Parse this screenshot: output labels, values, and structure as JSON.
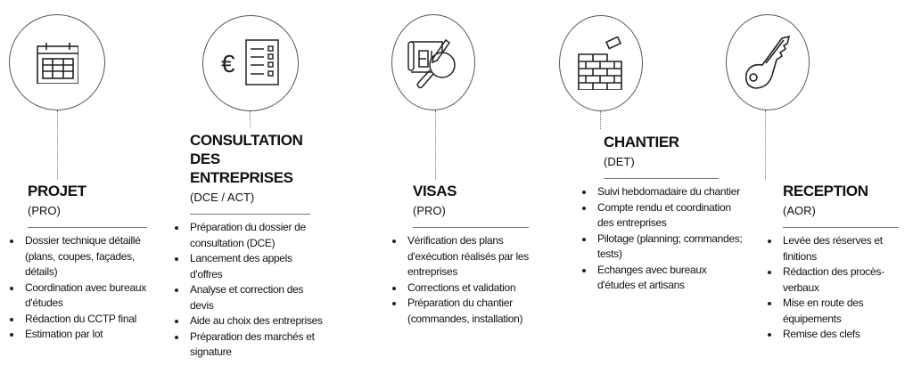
{
  "steps": [
    {
      "title_lines": [
        "PROJET"
      ],
      "code": "(PRO)",
      "icon": "calendar-icon",
      "items": [
        "Dossier technique détaillé (plans, coupes, façades, détails)",
        "Coordination avec bureaux d'études",
        "Rédaction du CCTP final",
        "Estimation par lot"
      ]
    },
    {
      "title_lines": [
        "CONSULTATION DES",
        "ENTREPRISES"
      ],
      "code": "(DCE / ACT)",
      "icon": "euro-document-icon",
      "icon_text": "€",
      "items": [
        "Préparation du dossier de consultation (DCE)",
        "Lancement des appels d'offres",
        "Analyse et correction des devis",
        "Aide au choix des entreprises",
        "Préparation des marchés et signature"
      ]
    },
    {
      "title_lines": [
        "VISAS"
      ],
      "code": "(PRO)",
      "icon": "plan-magnifier-icon",
      "items": [
        "Vérification des plans d'exécution réalisés par les entreprises",
        "Corrections et validation",
        "Préparation du chantier (commandes, installation)"
      ]
    },
    {
      "title_lines": [
        "CHANTIER"
      ],
      "code": "(DET)",
      "icon": "brick-wall-icon",
      "items": [
        "Suivi hebdomadaire du chantier",
        "Compte rendu et coordination des entreprises",
        "Pilotage (planning; commandes; tests)",
        "Echanges avec bureaux d'études et artisans"
      ]
    },
    {
      "title_lines": [
        "RECEPTION"
      ],
      "code": "(AOR)",
      "icon": "key-icon",
      "items": [
        "Levée des réserves et finitions",
        "Rédaction des procès-verbaux",
        "Mise en route des équipements",
        "Remise des clefs"
      ]
    }
  ]
}
